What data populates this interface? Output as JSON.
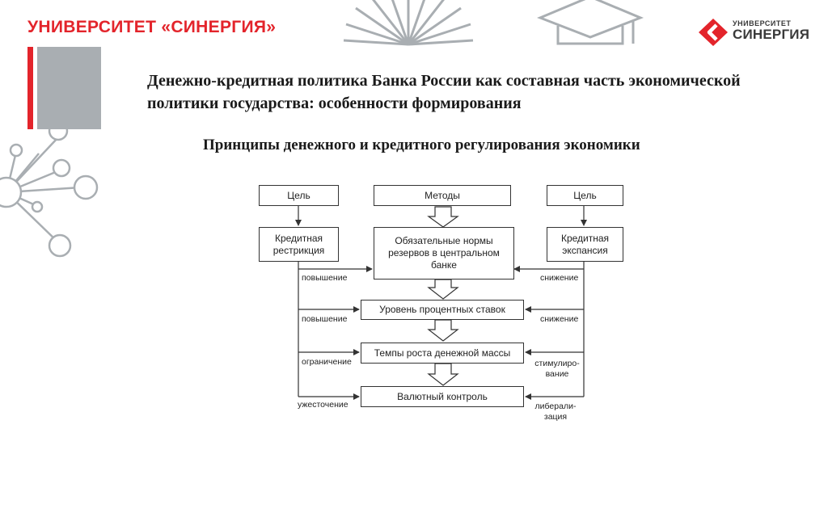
{
  "header": {
    "brand": "УНИВЕРСИТЕТ «СИНЕРГИЯ»",
    "logo_small": "УНИВЕРСИТЕТ",
    "logo_big": "СИНЕРГИЯ",
    "accent_color": "#e3242b"
  },
  "title": "Денежно-кредитная политика Банка России как составная часть экономической политики государства: особенности формирования",
  "subtitle": "Принципы денежного и кредитного регулирования экономики",
  "diagram": {
    "goal_left": "Цель",
    "goal_right": "Цель",
    "methods": "Методы",
    "credit_restriction": "Кредитная рестрикция",
    "credit_expansion": "Кредитная экспансия",
    "reserve_norms": "Обязательные нормы резервов в центральном банке",
    "interest_rates": "Уровень процентных ставок",
    "money_supply_growth": "Темпы роста денежной массы",
    "currency_control": "Валютный контроль",
    "left_labels": [
      "повышение",
      "повышение",
      "ограничение",
      "ужесточение"
    ],
    "right_labels": [
      "снижение",
      "снижение",
      "стимулиро-\nвание",
      "либерали-\nзация"
    ]
  }
}
